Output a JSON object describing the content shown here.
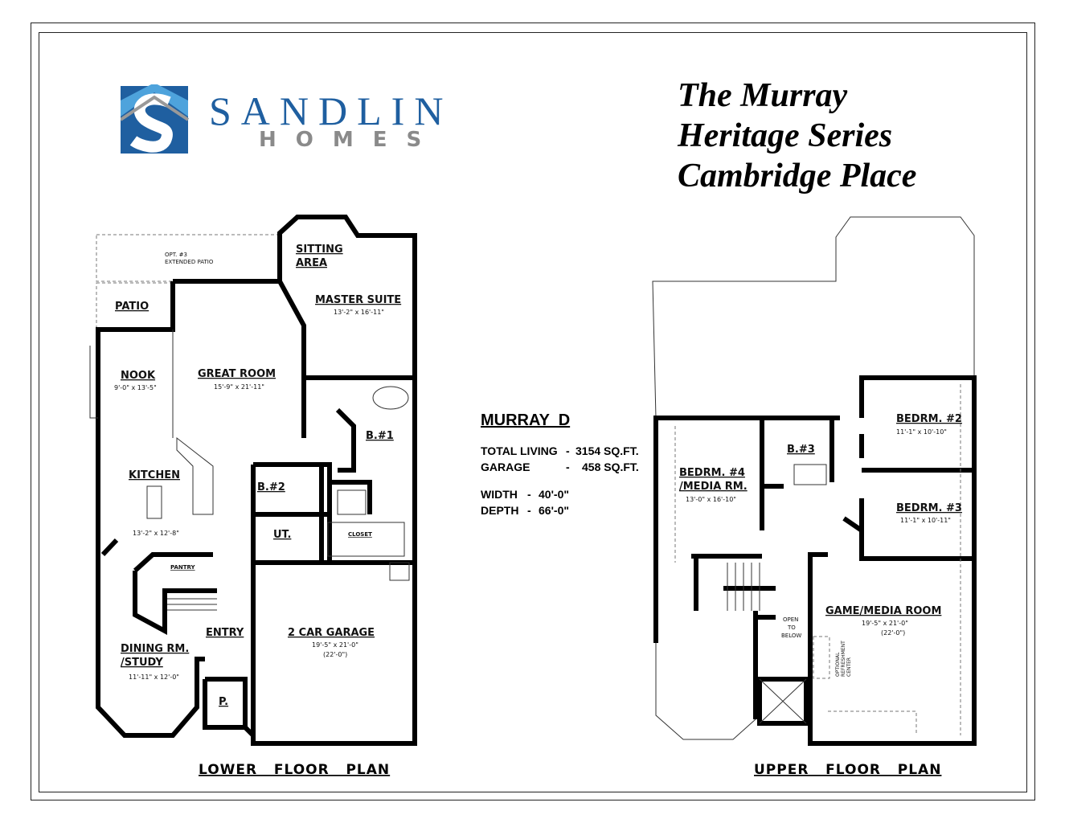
{
  "brand": {
    "name": "SANDLIN",
    "sub": "HOMES",
    "colors": {
      "primary": "#1f5fa0",
      "light": "#4ea3dc",
      "gray": "#8a8a8a"
    }
  },
  "title": {
    "line1": "The Murray",
    "line2": "Heritage Series",
    "line3": "Cambridge Place"
  },
  "specs": {
    "model": "MURRAY  D",
    "total_living_label": "TOTAL LIVING",
    "total_living": "3154 SQ.FT.",
    "garage_label": "GARAGE",
    "garage": "458 SQ.FT.",
    "width_label": "WIDTH",
    "width": "40'-0\"",
    "depth_label": "DEPTH",
    "depth": "66'-0\"",
    "sep": "-"
  },
  "lower": {
    "label": "LOWER   FLOOR   PLAN",
    "rooms": {
      "ext_patio_1": "OPT. #3",
      "ext_patio_2": "EXTENDED PATIO",
      "sitting_1": "SITTING",
      "sitting_2": "AREA",
      "master": "MASTER SUITE",
      "master_dim": "13'-2\" x 16'-11\"",
      "patio": "PATIO",
      "nook": "NOOK",
      "nook_dim": "9'-0\" x 13'-5\"",
      "great": "GREAT ROOM",
      "great_dim": "15'-9\" x 21'-11\"",
      "bath1": "B.#1",
      "bath2": "B.#2",
      "kitchen": "KITCHEN",
      "kitchen_dim": "13'-2\" x 12'-8\"",
      "ut": "UT.",
      "closet": "CLOSET",
      "pantry": "PANTRY",
      "entry": "ENTRY",
      "garage": "2 CAR GARAGE",
      "garage_dim": "19'-5\" x 21'-0\"",
      "garage_dim2": "(22'-0\")",
      "dining_1": "DINING RM.",
      "dining_2": "/STUDY",
      "dining_dim": "11'-11\" x 12'-0\"",
      "powder": "P."
    }
  },
  "upper": {
    "label": "UPPER   FLOOR   PLAN",
    "rooms": {
      "bed2": "BEDRM. #2",
      "bed2_dim": "11'-1\" x 10'-10\"",
      "bath3": "B.#3",
      "bed4_1": "BEDRM. #4",
      "bed4_2": "/MEDIA RM.",
      "bed4_dim": "13'-0\" x 16'-10\"",
      "bed3": "BEDRM. #3",
      "bed3_dim": "11'-1\" x 10'-11\"",
      "game": "GAME/MEDIA ROOM",
      "game_dim": "19'-5\" x 21'-0\"",
      "game_dim2": "(22'-0\")",
      "open_1": "OPEN",
      "open_2": "TO",
      "open_3": "BELOW",
      "refresh_1": "OPTIONAL",
      "refresh_2": "REFRESHMENT",
      "refresh_3": "CENTER"
    }
  }
}
